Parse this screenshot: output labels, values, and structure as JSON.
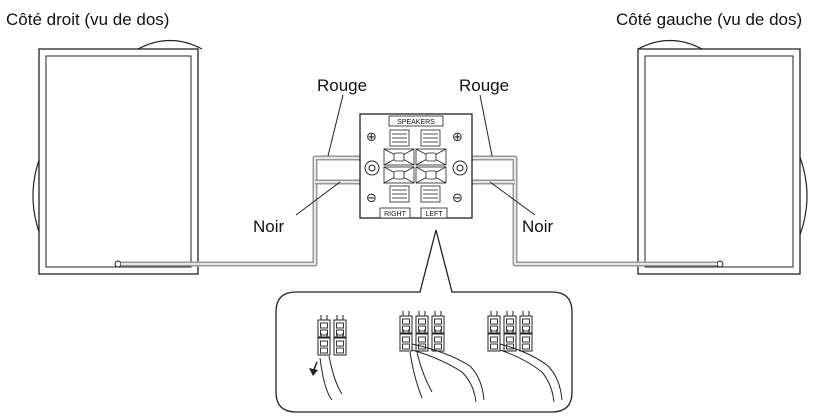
{
  "labels": {
    "right_side": "Côté droit (vu de dos)",
    "left_side": "Côté gauche (vu de dos)",
    "rouge_left": "Rouge",
    "rouge_right": "Rouge",
    "noir_left": "Noir",
    "noir_right": "Noir"
  },
  "panel": {
    "speakers": "SPEAKERS",
    "right": "RIGHT",
    "left": "LEFT",
    "plus": "⊕",
    "minus": "⊖"
  },
  "colors": {
    "line": "#222222",
    "cable": "#999999",
    "cable_inner": "#ffffff"
  }
}
